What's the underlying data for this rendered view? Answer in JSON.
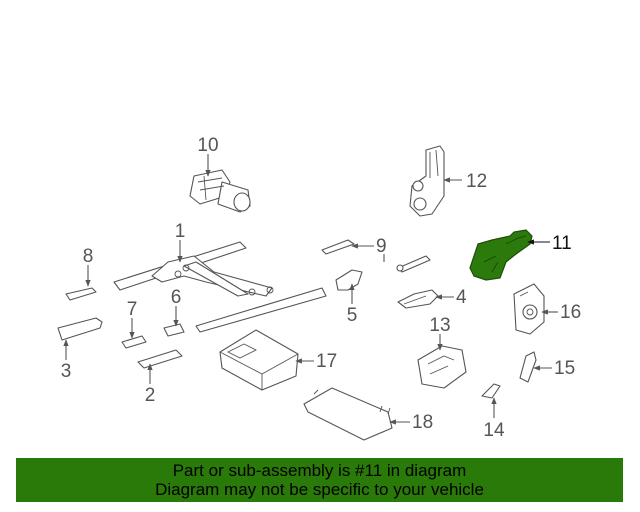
{
  "callouts": [
    {
      "id": "10",
      "label": "10"
    },
    {
      "id": "12",
      "label": "12"
    },
    {
      "id": "1",
      "label": "1"
    },
    {
      "id": "8",
      "label": "8"
    },
    {
      "id": "9",
      "label": "9"
    },
    {
      "id": "11",
      "label": "11",
      "highlighted": true
    },
    {
      "id": "6",
      "label": "6"
    },
    {
      "id": "7",
      "label": "7"
    },
    {
      "id": "4",
      "label": "4"
    },
    {
      "id": "5",
      "label": "5"
    },
    {
      "id": "16",
      "label": "16"
    },
    {
      "id": "13",
      "label": "13"
    },
    {
      "id": "3",
      "label": "3"
    },
    {
      "id": "17",
      "label": "17"
    },
    {
      "id": "15",
      "label": "15"
    },
    {
      "id": "2",
      "label": "2"
    },
    {
      "id": "18",
      "label": "18"
    },
    {
      "id": "14",
      "label": "14"
    }
  ],
  "colors": {
    "banner_background": "#2a7a0a",
    "highlight_part": "#2d7a0c",
    "line_art": "#555555"
  },
  "banner": {
    "line1": "Part or sub-assembly is #11 in diagram",
    "line2": "Diagram may not be specific to your vehicle"
  }
}
